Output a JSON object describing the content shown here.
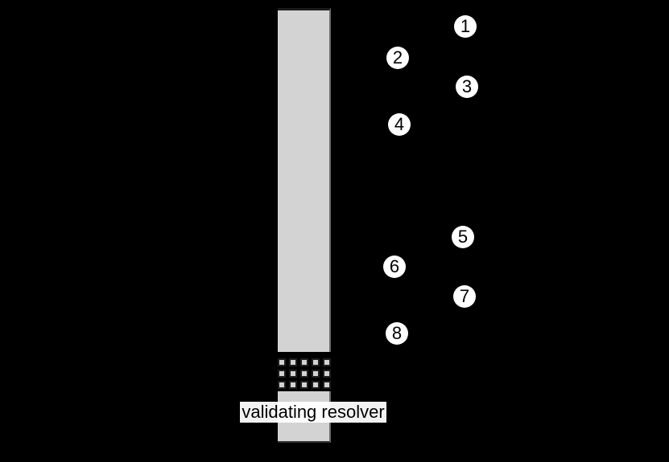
{
  "canvas": {
    "background": "#000000"
  },
  "lifeline": {
    "fill": "#d3d3d3",
    "top_edge_color": "#1b1b1b",
    "right_edge_color": "#6b6b6b"
  },
  "firewall": {
    "rows": 3,
    "cols": 5,
    "cell_fill": "#d3d3d3",
    "cell_border": "#1f1f1f"
  },
  "resolver_label": {
    "text": "validating resolver",
    "bg": "#ffffff",
    "color": "#000000"
  },
  "steps": {
    "labels": [
      "1",
      "2",
      "3",
      "4",
      "5",
      "6",
      "7",
      "8"
    ]
  }
}
